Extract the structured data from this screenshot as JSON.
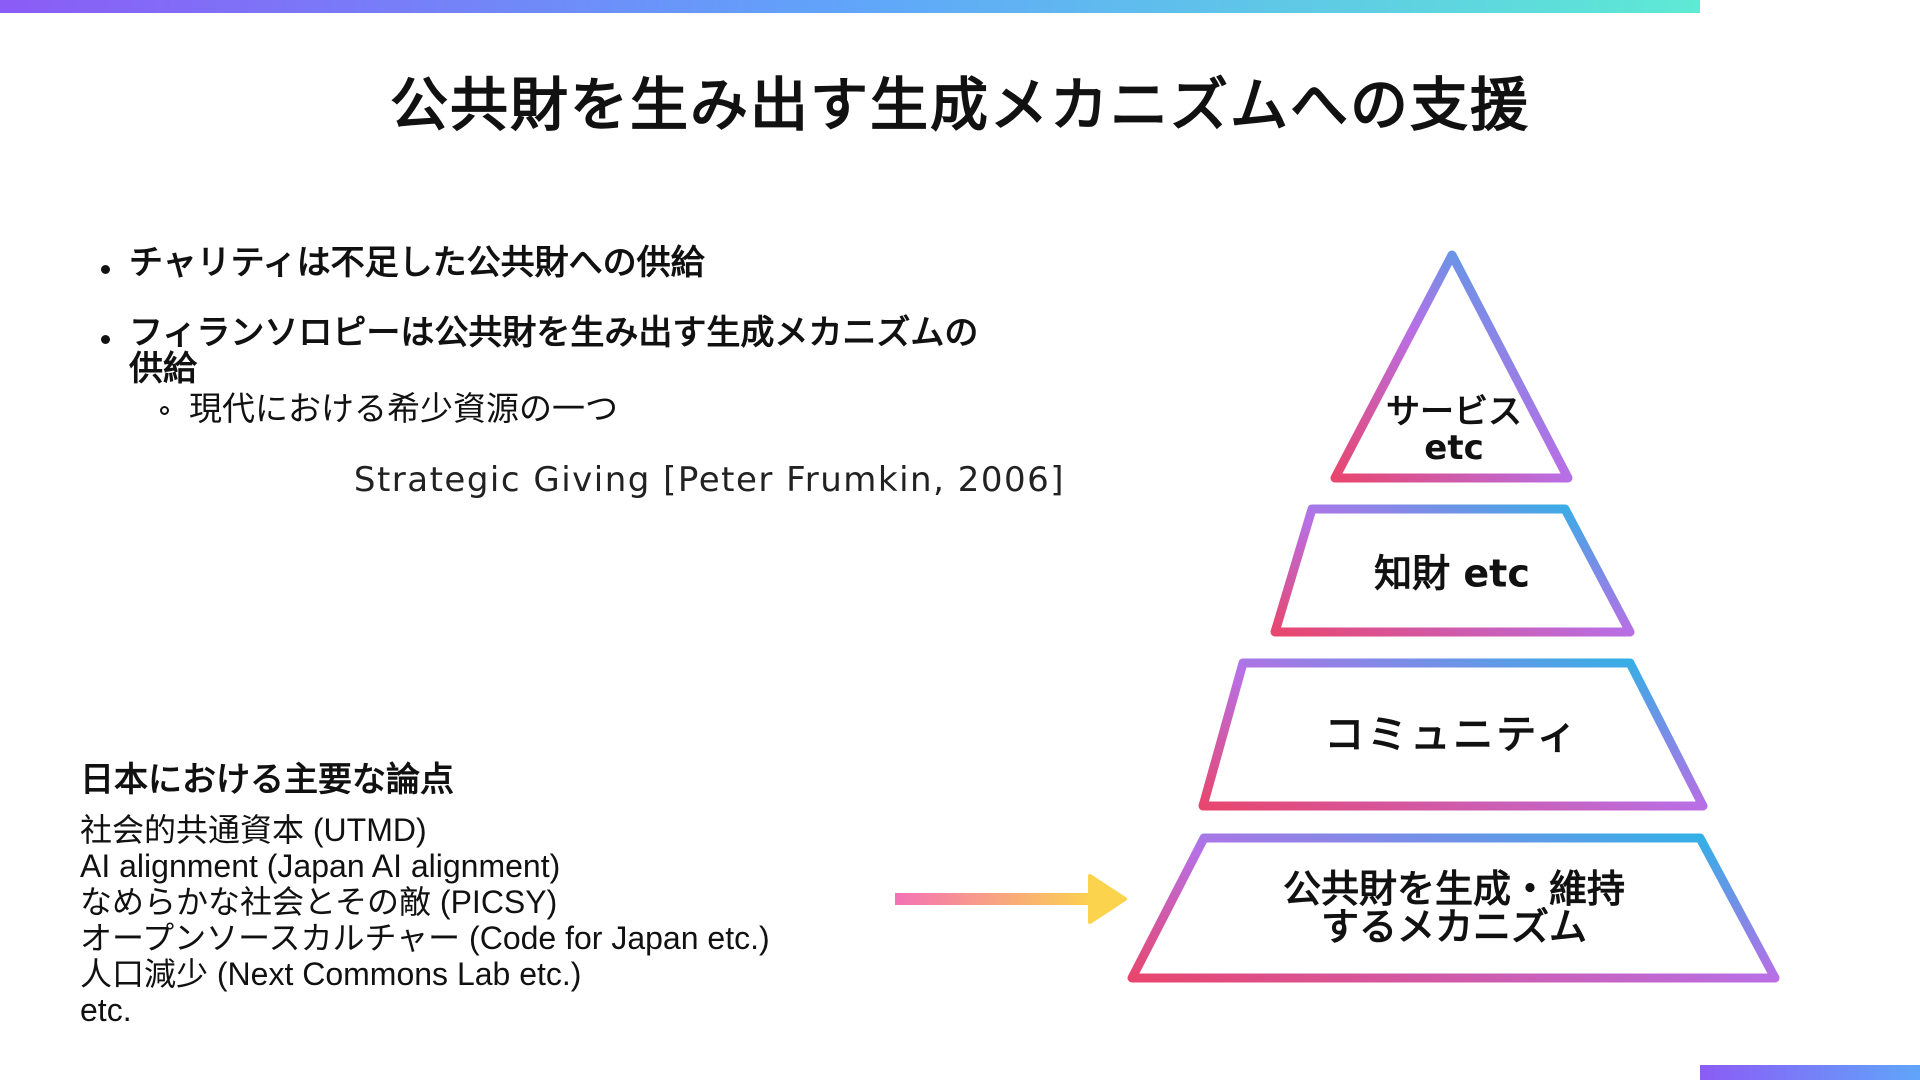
{
  "title": "公共財を生み出す生成メカニズムへの支援",
  "bullets": [
    {
      "text": "チャリティは不足した公共財への供給"
    },
    {
      "text_line1": "フィランソロピーは公共財を生み出す生成メカニズムの",
      "text_line2": "供給",
      "sub": "現代における希少資源の一つ"
    }
  ],
  "citation": "Strategic Giving [Peter Frumkin, 2006]",
  "issues": {
    "heading": "日本における主要な論点",
    "items": [
      "社会的共通資本 (UTMD)",
      "AI alignment (Japan AI alignment)",
      "なめらかな社会とその敵 (PICSY)",
      "オープンソースカルチャー (Code for Japan etc.)",
      "人口減少 (Next Commons Lab etc.)",
      "etc."
    ]
  },
  "pyramid": {
    "tiers": [
      {
        "line1": "サービス",
        "line2": "etc"
      },
      {
        "line1": "知財 etc"
      },
      {
        "line1": "コミュニティ"
      },
      {
        "line1": "公共財を生成・維持",
        "line2": "するメカニズム"
      }
    ]
  },
  "colors": {
    "gradient_start": "#e8466e",
    "gradient_mid": "#b86fe6",
    "gradient_end": "#22b8e6",
    "arrow_start": "#f472b6",
    "arrow_end": "#fcd34d"
  }
}
